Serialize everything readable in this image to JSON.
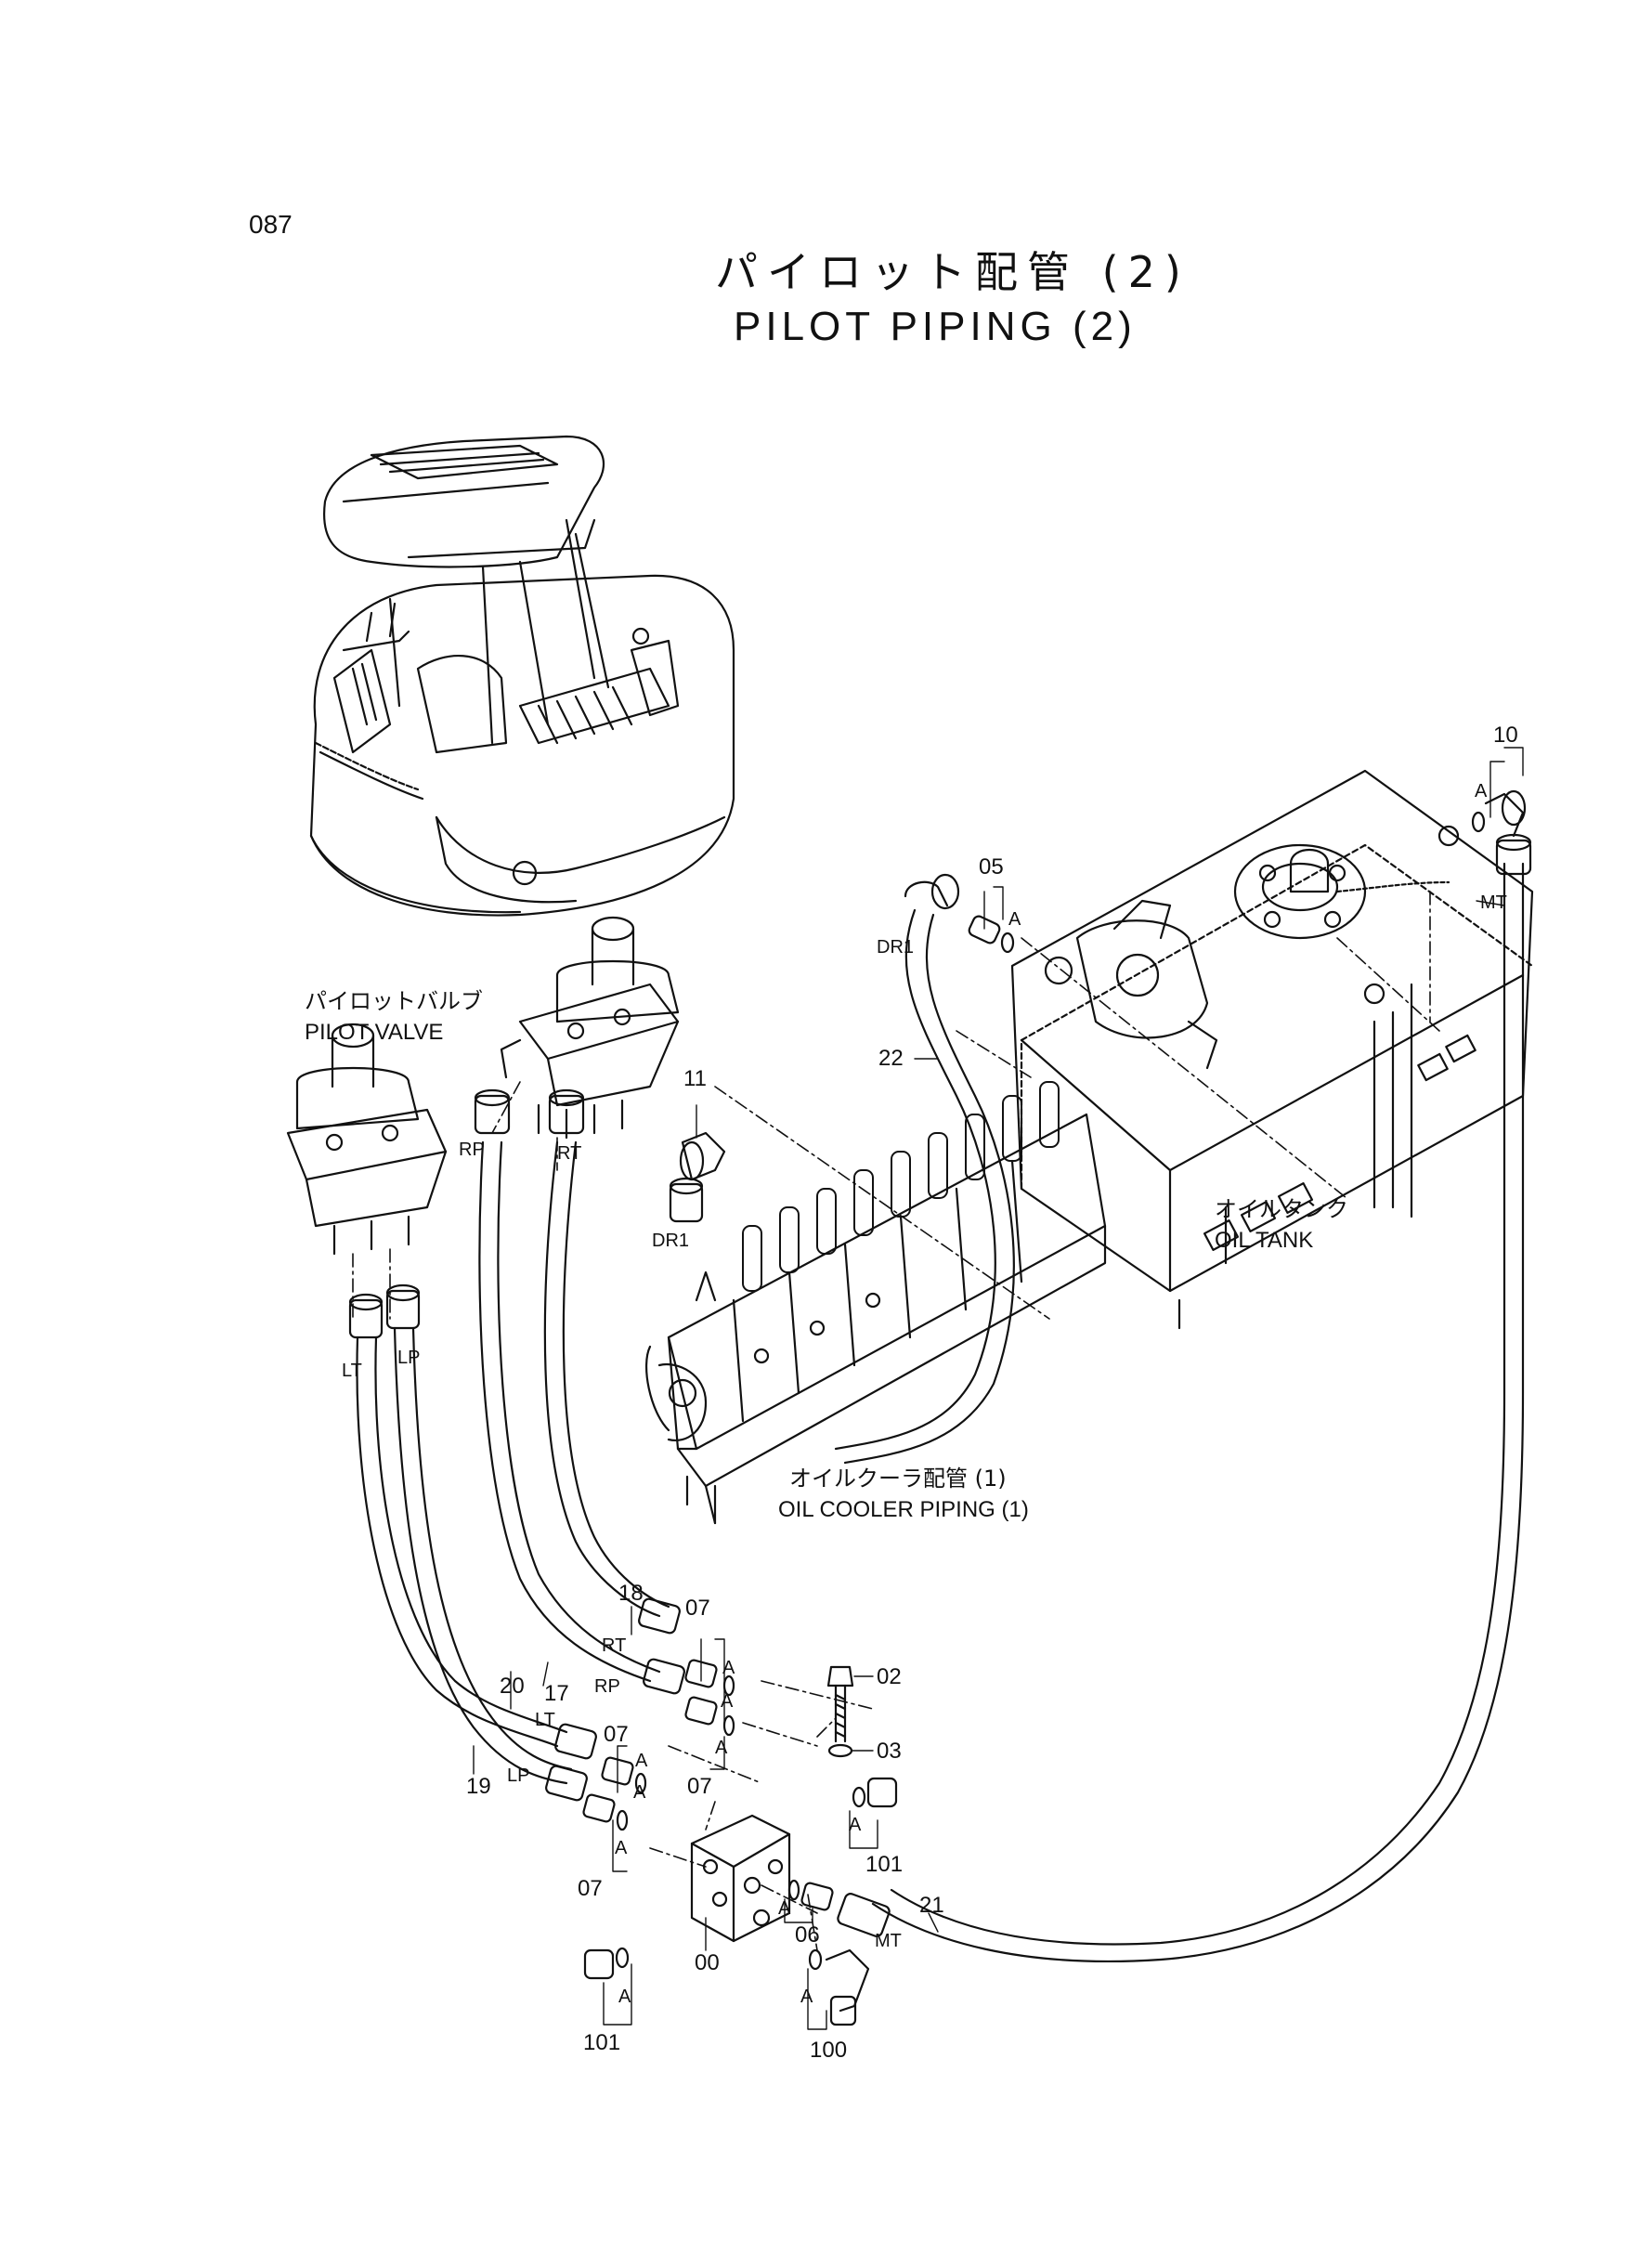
{
  "page_number": "087",
  "title_jp": "パイロット配管 (2)",
  "title_en": "PILOT PIPING (2)",
  "labels": {
    "pilot_valve_jp": "パイロットバルブ",
    "pilot_valve_en": "PILOT VALVE",
    "oil_tank_jp": "オイルタンク",
    "oil_tank_en": "OIL TANK",
    "oil_cooler_jp": "オイルクーラ配管 (1)",
    "oil_cooler_en": "OIL COOLER PIPING (1)"
  },
  "port_labels": {
    "rp_top": "RP",
    "rt_top": "RT",
    "lt_top": "LT",
    "lp_top": "LP",
    "dr1_top": "DR1",
    "dr1_mid": "DR1",
    "mt_top": "MT",
    "rt_bottom": "RT",
    "rp_bottom": "RP",
    "lt_bottom": "LT",
    "lp_bottom": "LP",
    "mt_bottom": "MT"
  },
  "callouts": {
    "c10": "10",
    "c05": "05",
    "c11": "11",
    "c22": "22",
    "c18": "18",
    "c07a": "07",
    "c07b": "07",
    "c07c": "07",
    "c07d": "07",
    "c02": "02",
    "c03": "03",
    "c20": "20",
    "c17": "17",
    "c19": "19",
    "c101a": "101",
    "c101b": "101",
    "c00": "00",
    "c06": "06",
    "c21": "21",
    "c100": "100"
  },
  "a_marks": {
    "a1": "A",
    "a2": "A",
    "a3": "A",
    "a4": "A",
    "a5": "A",
    "a6": "A",
    "a7": "A",
    "a8": "A",
    "a9": "A",
    "a10": "A",
    "a11": "A",
    "a12": "A"
  },
  "colors": {
    "ink": "#111111",
    "paper": "#ffffff"
  }
}
